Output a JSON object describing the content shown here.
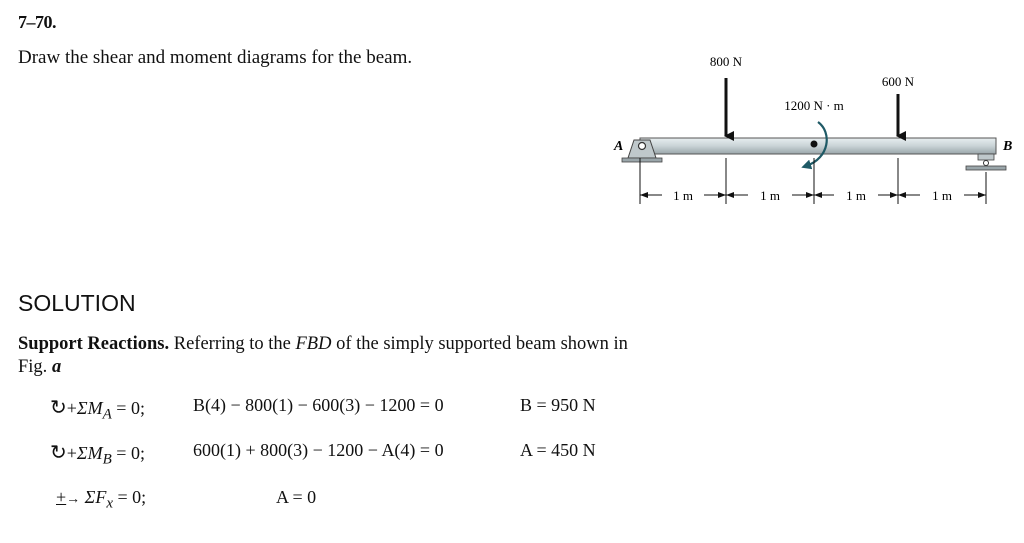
{
  "problem": {
    "number": "7–70.",
    "statement": "Draw the shear and moment diagrams for the beam."
  },
  "figure": {
    "load_1": "800 N",
    "load_2": "600 N",
    "moment": "1200 N · m",
    "support_a": "A",
    "support_b": "B",
    "span_labels": [
      "1 m",
      "1 m",
      "1 m",
      "1 m"
    ]
  },
  "solution": {
    "heading": "SOLUTION",
    "intro_bold": "Support Reactions.",
    "intro_text": " Referring to the ",
    "intro_fbd": "FBD",
    "intro_text2": " of the simply supported beam shown in",
    "intro_line2": "Fig. ",
    "intro_fig": "a",
    "equations": [
      {
        "sum_label": "ΣM",
        "sub": "A",
        "tail": " = 0;",
        "expr": "B(4) − 800(1) − 600(3) − 1200 = 0",
        "result": "B = 950 N"
      },
      {
        "sum_label": "ΣM",
        "sub": "B",
        "tail": " = 0;",
        "expr": "600(1) + 800(3) − 1200 − A(4) = 0",
        "result": "A = 450 N"
      },
      {
        "sum_label": "ΣF",
        "sub": "x",
        "tail": " = 0;",
        "expr": "A = 0"
      }
    ]
  }
}
